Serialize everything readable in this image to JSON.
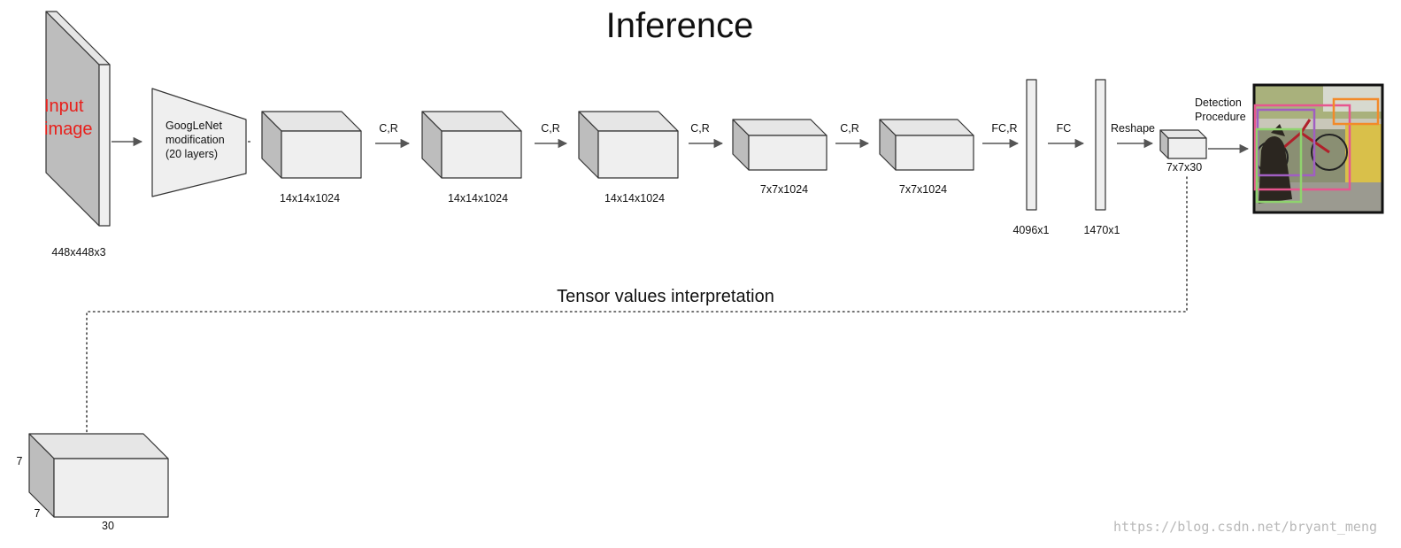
{
  "title": "Inference",
  "input": {
    "label_line1": "Input",
    "label_line2": "image",
    "dims": "448x448x3"
  },
  "googlenet": {
    "line1": "GoogLeNet",
    "line2": "modification",
    "line3": "(20 layers)"
  },
  "blocks": [
    {
      "dims": "14x14x1024"
    },
    {
      "dims": "14x14x1024"
    },
    {
      "dims": "14x14x1024"
    },
    {
      "dims": "7x7x1024"
    },
    {
      "dims": "7x7x1024"
    }
  ],
  "ops": [
    "C,R",
    "C,R",
    "C,R",
    "C,R",
    "FC,R",
    "FC",
    "Reshape"
  ],
  "fc_layers": [
    {
      "dims": "4096x1"
    },
    {
      "dims": "1470x1"
    }
  ],
  "output_tensor": {
    "dims": "7x7x30"
  },
  "detection": {
    "line1": "Detection",
    "line2": "Procedure",
    "boxes": [
      {
        "color": "#e7568f"
      },
      {
        "color": "#a05ec2"
      },
      {
        "color": "#8fd36e"
      },
      {
        "color": "#f28a2a"
      }
    ]
  },
  "interpretation_label": "Tensor values interpretation",
  "tensor_box": {
    "height_label": "7",
    "depth_label": "7",
    "width_label": "30"
  },
  "watermark": "https://blog.csdn.net/bryant_meng",
  "colors": {
    "input_text": "#e8201c",
    "box_front": "#efefef",
    "box_side": "#bdbdbd"
  }
}
